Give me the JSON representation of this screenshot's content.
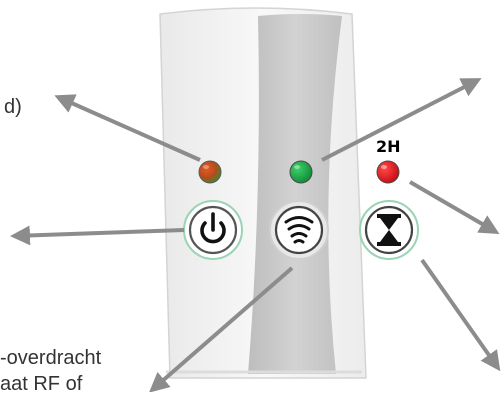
{
  "captions": {
    "top_left_fragment": "d)",
    "bottom_left_line1": "-overdracht",
    "bottom_left_line2": "aat RF of"
  },
  "device": {
    "timer_badge": "2H",
    "buttons": [
      {
        "name": "power",
        "icon": "power-icon"
      },
      {
        "name": "wireless",
        "icon": "wireless-icon"
      },
      {
        "name": "timer",
        "icon": "hourglass-icon"
      }
    ],
    "leds": [
      {
        "name": "power-led",
        "color": "#c2541f",
        "state": "red-green"
      },
      {
        "name": "wireless-led",
        "color": "#1aa64a",
        "state": "green"
      },
      {
        "name": "timer-led",
        "color": "#e3121a",
        "state": "red"
      }
    ]
  },
  "colors": {
    "arrow": "#8c8c8c",
    "device_body": "#f4f4f4",
    "center_strip": "#c9c9c9"
  }
}
